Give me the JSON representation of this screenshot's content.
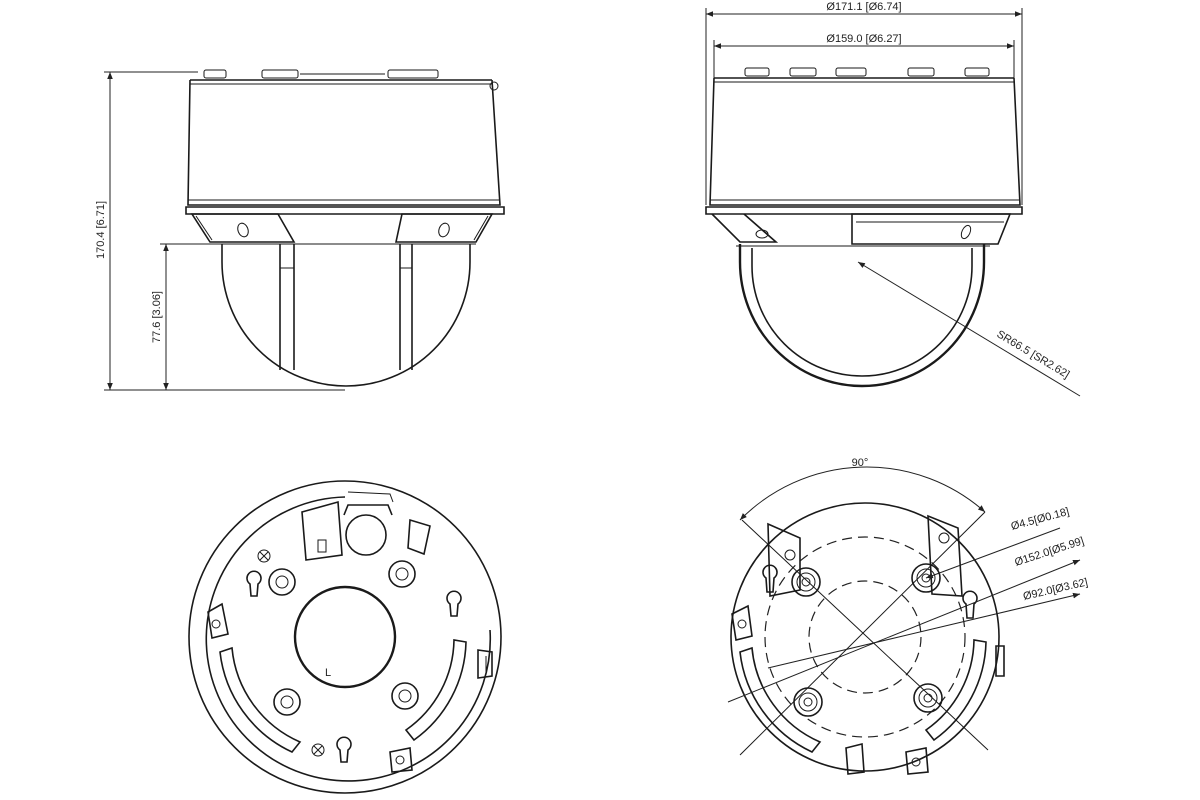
{
  "dimensions": {
    "height_total": "170.4 [6.71]",
    "height_dome": "77.6 [3.06]",
    "dia_outer": "Ø171.1 [Ø6.74]",
    "dia_inner": "Ø159.0 [Ø6.27]",
    "sphere_radius": "SR66.5 [SR2.62]",
    "angle": "90°",
    "hole_dia": "Ø4.5[Ø0.18]",
    "bolt_circle_large": "Ø152.0[Ø5.99]",
    "bolt_circle_small": "Ø92.0[Ø3.62]",
    "center_mark": "L"
  }
}
